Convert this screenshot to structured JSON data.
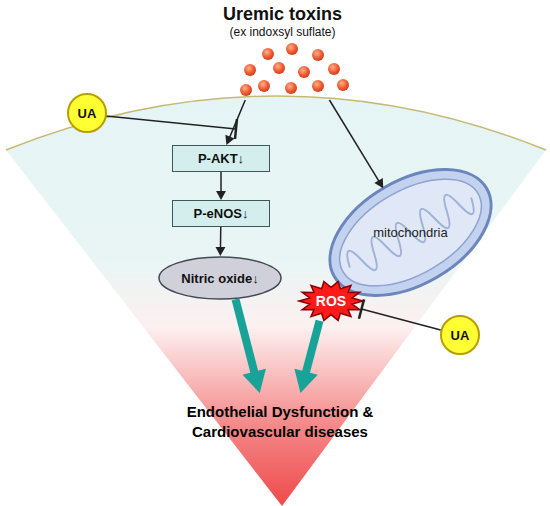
{
  "diagram": {
    "nodes": [
      {
        "text": [
          "Uremic toxins",
          "(ex indoxsyl suflate)"
        ]
      },
      {
        "text": [
          "UA"
        ]
      },
      {
        "text": [
          "P-AKT↓"
        ]
      },
      {
        "text": [
          "mitochondria"
        ]
      },
      {
        "text": [
          "P-eNOS↓"
        ]
      },
      {
        "text": [
          "ROS"
        ]
      },
      {
        "text": [
          "UA"
        ]
      },
      {
        "text": [
          "Nitric oxide↓"
        ]
      },
      {
        "text": [
          "Endothelial Dysfunction & Cardiovascular diseases"
        ]
      }
    ],
    "edges": [
      {
        "from": 0,
        "to": 2,
        "arrow": "to"
      },
      {
        "from": 0,
        "to": 3,
        "arrow": "to"
      },
      {
        "from": 2,
        "to": 4,
        "arrow": "to"
      },
      {
        "from": 4,
        "to": 7,
        "arrow": "to"
      },
      {
        "from": 6,
        "to": 5,
        "arrow": "to"
      },
      {
        "from": 7,
        "to": 8,
        "arrow": "to"
      },
      {
        "from": 5,
        "to": 8,
        "arrow": "to"
      }
    ]
  }
}
